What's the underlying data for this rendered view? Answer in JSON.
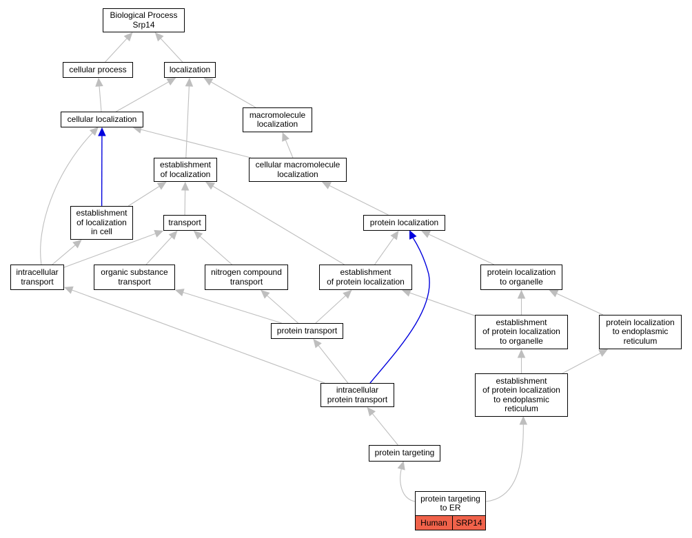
{
  "diagram": {
    "colors": {
      "edge_default": "#bebebe",
      "edge_highlight": "#0000dd",
      "badge_fill": "#f0624a",
      "node_border": "#000000"
    },
    "nodes": [
      {
        "id": "biological-process",
        "label": "Biological Process\nSrp14"
      },
      {
        "id": "cellular-process",
        "label": "cellular process"
      },
      {
        "id": "localization",
        "label": "localization"
      },
      {
        "id": "cellular-localization",
        "label": "cellular localization"
      },
      {
        "id": "macromolecule-localization",
        "label": "macromolecule\nlocalization"
      },
      {
        "id": "establishment-of-localization",
        "label": "establishment\nof localization"
      },
      {
        "id": "cellular-macromolecule-localization",
        "label": "cellular macromolecule\nlocalization"
      },
      {
        "id": "establishment-of-localization-in-cell",
        "label": "establishment\nof localization\nin cell"
      },
      {
        "id": "transport",
        "label": "transport"
      },
      {
        "id": "protein-localization",
        "label": "protein localization"
      },
      {
        "id": "intracellular-transport",
        "label": "intracellular\ntransport"
      },
      {
        "id": "organic-substance-transport",
        "label": "organic substance\ntransport"
      },
      {
        "id": "nitrogen-compound-transport",
        "label": "nitrogen compound\ntransport"
      },
      {
        "id": "establishment-of-protein-localization",
        "label": "establishment\nof protein localization"
      },
      {
        "id": "protein-localization-to-organelle",
        "label": "protein localization\nto organelle"
      },
      {
        "id": "protein-transport",
        "label": "protein transport"
      },
      {
        "id": "establishment-of-protein-localization-to-organelle",
        "label": "establishment\nof protein localization\nto organelle"
      },
      {
        "id": "protein-localization-to-er",
        "label": "protein localization\nto endoplasmic\nreticulum"
      },
      {
        "id": "intracellular-protein-transport",
        "label": "intracellular\nprotein transport"
      },
      {
        "id": "establishment-of-protein-localization-to-er",
        "label": "establishment\nof protein localization\nto endoplasmic\nreticulum"
      },
      {
        "id": "protein-targeting",
        "label": "protein targeting"
      },
      {
        "id": "protein-targeting-to-er",
        "label": "protein targeting\nto ER"
      }
    ],
    "badges": [
      {
        "id": "species",
        "label": "Human"
      },
      {
        "id": "gene",
        "label": "SRP14"
      }
    ],
    "edges": [
      {
        "from": "cellular-process",
        "to": "biological-process",
        "highlight": false
      },
      {
        "from": "localization",
        "to": "biological-process",
        "highlight": false
      },
      {
        "from": "cellular-localization",
        "to": "cellular-process",
        "highlight": false
      },
      {
        "from": "cellular-localization",
        "to": "localization",
        "highlight": false
      },
      {
        "from": "macromolecule-localization",
        "to": "localization",
        "highlight": false
      },
      {
        "from": "establishment-of-localization",
        "to": "localization",
        "highlight": false
      },
      {
        "from": "cellular-macromolecule-localization",
        "to": "cellular-localization",
        "highlight": false
      },
      {
        "from": "cellular-macromolecule-localization",
        "to": "macromolecule-localization",
        "highlight": false
      },
      {
        "from": "establishment-of-localization-in-cell",
        "to": "cellular-localization",
        "highlight": true
      },
      {
        "from": "establishment-of-localization-in-cell",
        "to": "establishment-of-localization",
        "highlight": false
      },
      {
        "from": "transport",
        "to": "establishment-of-localization",
        "highlight": false
      },
      {
        "from": "protein-localization",
        "to": "cellular-macromolecule-localization",
        "highlight": false
      },
      {
        "from": "intracellular-transport",
        "to": "cellular-localization",
        "highlight": false
      },
      {
        "from": "intracellular-transport",
        "to": "establishment-of-localization-in-cell",
        "highlight": false
      },
      {
        "from": "intracellular-transport",
        "to": "transport",
        "highlight": false
      },
      {
        "from": "organic-substance-transport",
        "to": "transport",
        "highlight": false
      },
      {
        "from": "nitrogen-compound-transport",
        "to": "transport",
        "highlight": false
      },
      {
        "from": "establishment-of-protein-localization",
        "to": "establishment-of-localization",
        "highlight": false
      },
      {
        "from": "establishment-of-protein-localization",
        "to": "protein-localization",
        "highlight": false
      },
      {
        "from": "protein-localization-to-organelle",
        "to": "protein-localization",
        "highlight": false
      },
      {
        "from": "protein-transport",
        "to": "organic-substance-transport",
        "highlight": false
      },
      {
        "from": "protein-transport",
        "to": "nitrogen-compound-transport",
        "highlight": false
      },
      {
        "from": "protein-transport",
        "to": "establishment-of-protein-localization",
        "highlight": false
      },
      {
        "from": "establishment-of-protein-localization-to-organelle",
        "to": "establishment-of-protein-localization",
        "highlight": false
      },
      {
        "from": "establishment-of-protein-localization-to-organelle",
        "to": "protein-localization-to-organelle",
        "highlight": false
      },
      {
        "from": "protein-localization-to-er",
        "to": "protein-localization-to-organelle",
        "highlight": false
      },
      {
        "from": "intracellular-protein-transport",
        "to": "intracellular-transport",
        "highlight": false
      },
      {
        "from": "intracellular-protein-transport",
        "to": "protein-transport",
        "highlight": false
      },
      {
        "from": "intracellular-protein-transport",
        "to": "protein-localization",
        "highlight": true
      },
      {
        "from": "establishment-of-protein-localization-to-er",
        "to": "establishment-of-protein-localization-to-organelle",
        "highlight": false
      },
      {
        "from": "establishment-of-protein-localization-to-er",
        "to": "protein-localization-to-er",
        "highlight": false
      },
      {
        "from": "protein-targeting",
        "to": "intracellular-protein-transport",
        "highlight": false
      },
      {
        "from": "protein-targeting-to-er",
        "to": "protein-targeting",
        "highlight": false
      },
      {
        "from": "protein-targeting-to-er",
        "to": "establishment-of-protein-localization-to-er",
        "highlight": false
      }
    ]
  }
}
